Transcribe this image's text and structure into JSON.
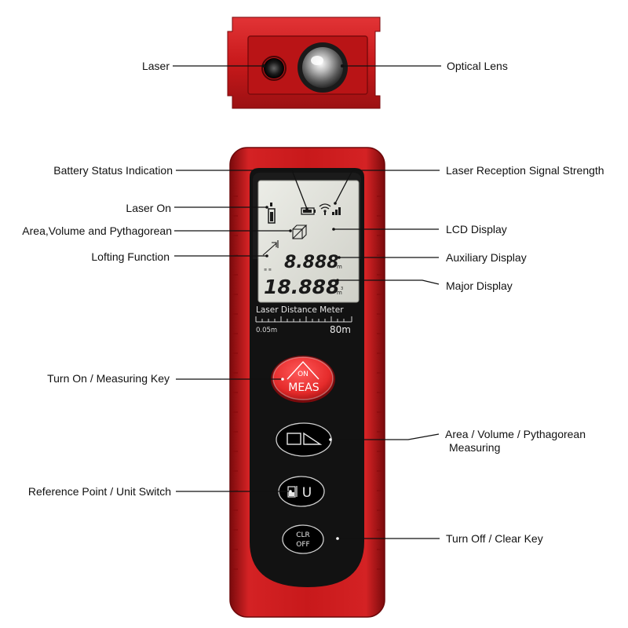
{
  "labels": {
    "laser": "Laser",
    "optical_lens": "Optical Lens",
    "battery_status": "Battery Status Indication",
    "signal_strength": "Laser Reception Signal Strength",
    "laser_on": "Laser On",
    "area_volume_pyth": "Area,Volume and Pythagorean",
    "lcd_display": "LCD Display",
    "lofting": "Lofting Function",
    "auxiliary_display": "Auxiliary Display",
    "major_display": "Major Display",
    "turn_on_key": "Turn On / Measuring Key",
    "area_measuring_line1": "Area / Volume / Pythagorean",
    "area_measuring_line2": "Measuring",
    "ref_unit_switch": "Reference Point / Unit Switch",
    "turn_off_clear": "Turn Off / Clear Key"
  },
  "lcd": {
    "aux_value": "8.888",
    "major_value": "18.888",
    "aux_unit": "m",
    "major_unit": "m",
    "major_exp": "3"
  },
  "device": {
    "band_title": "Laser Distance Meter",
    "range_min": "0.05m",
    "range_max": "80m"
  },
  "keys": {
    "meas_top": "ON",
    "meas_bottom": "MEAS",
    "ref_unit": "U",
    "clr": "CLR",
    "off": "OFF"
  },
  "colors": {
    "body_red": "#c8191b",
    "dark_red": "#8e0d0f",
    "face": "#121212",
    "lcd": "#dedfd8",
    "meas_button": "#e52b2b"
  }
}
